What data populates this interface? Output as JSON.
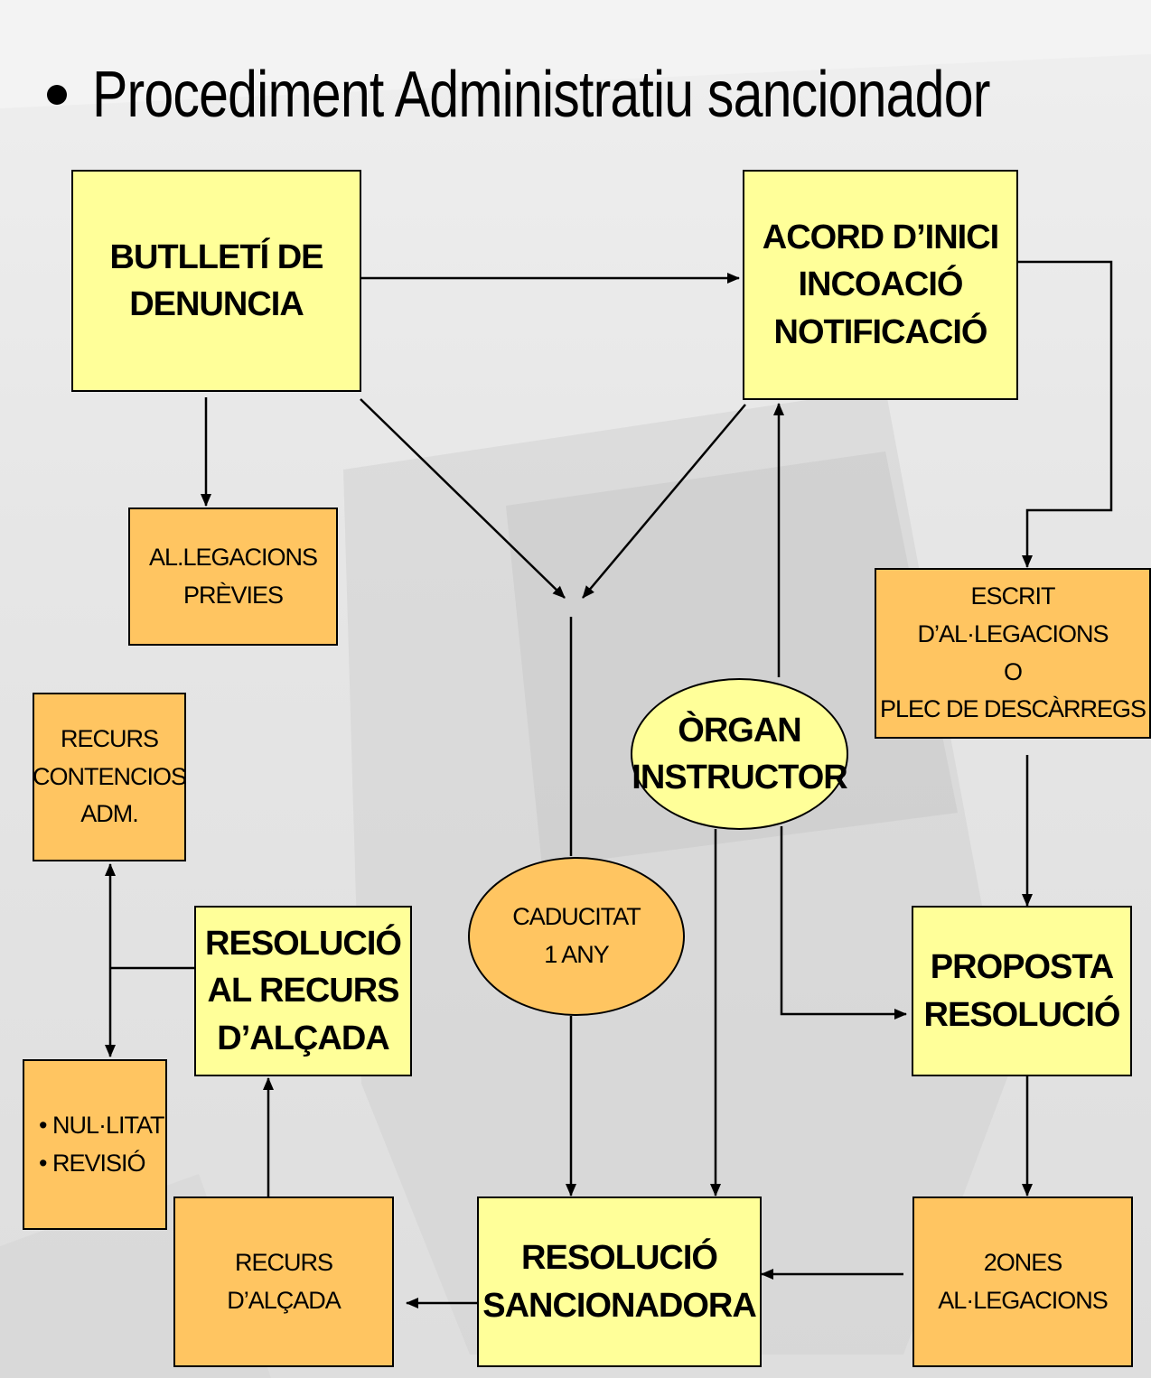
{
  "title": "Procediment Administratiu sancionador",
  "nodes": {
    "butlleti": "BUTLLETÍ DE\nDENUNCIA",
    "acord": "ACORD D’INICI\nINCOACIÓ\nNOTIFICACIÓ",
    "allegacions_previes": "AL.LEGACIONS\nPRÈVIES",
    "escrit": "ESCRIT D’AL·LEGACIONS\nO\nPLEC DE DESCÀRREGS",
    "recurs_contencios": "RECURS\nCONTENCIOS\nADM.",
    "organ_instructor": "ÒRGAN\nINSTRUCTOR",
    "caducitat": "CADUCITAT\n1 ANY",
    "resolucio_recurs": "RESOLUCIÓ\nAL RECURS\nD’ALÇADA",
    "proposta": "PROPOSTA\nRESOLUCIÓ",
    "nullitat": "• NUL·LITAT\n• REVISIÓ",
    "recurs_alcada": "RECURS\nD’ALÇADA",
    "resolucio_sancionadora": "RESOLUCIÓ\nSANCIONADORA",
    "segones_allegacions": "2ONES\nAL·LEGACIONS"
  },
  "colors": {
    "yellow": "#ffff99",
    "orange": "#ffc561",
    "line": "#000000"
  }
}
